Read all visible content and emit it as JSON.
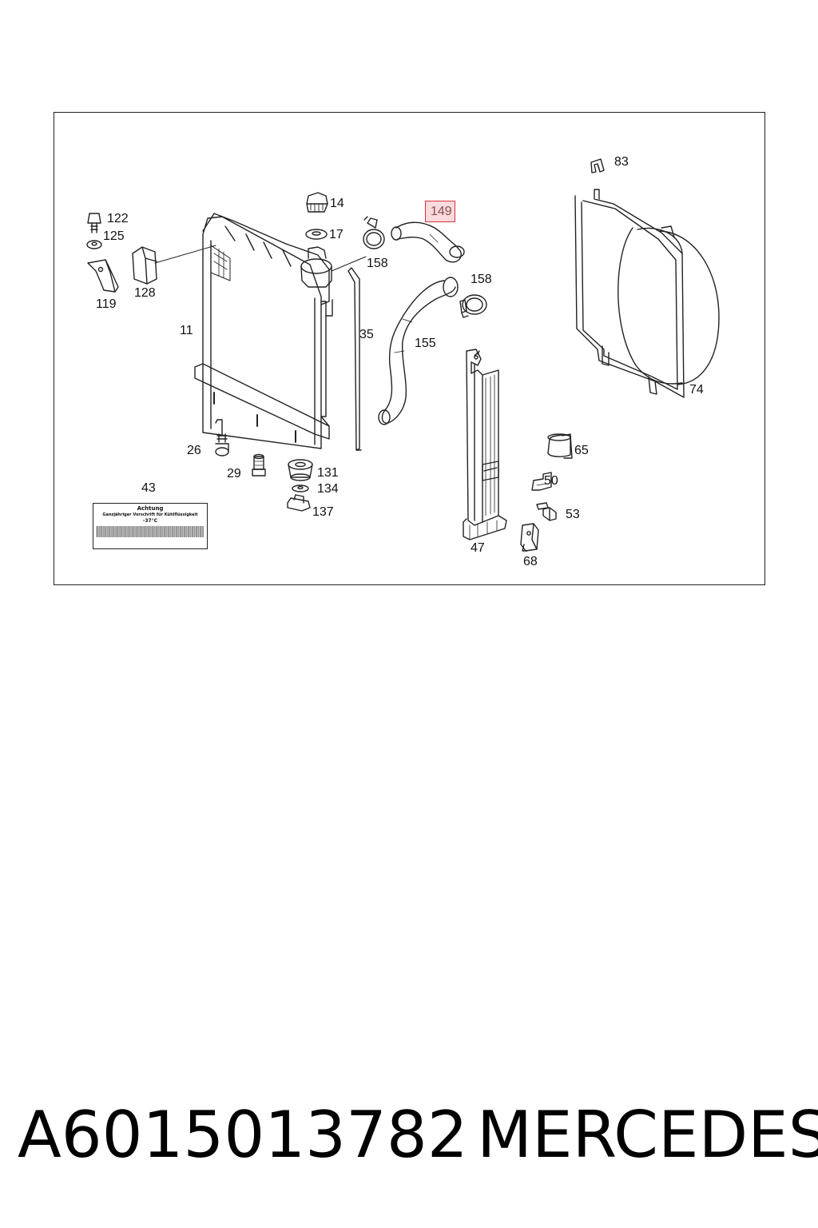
{
  "diagram": {
    "part_labels": {
      "p83": "83",
      "p14": "14",
      "p149": "149",
      "p122": "122",
      "p17": "17",
      "p125": "125",
      "p158a": "158",
      "p158b": "158",
      "p128": "128",
      "p119": "119",
      "p11": "11",
      "p35": "35",
      "p155": "155",
      "p74": "74",
      "p26": "26",
      "p65": "65",
      "p131": "131",
      "p29": "29",
      "p50": "50",
      "p43": "43",
      "p134": "134",
      "p137": "137",
      "p53": "53",
      "p47": "47",
      "p68": "68"
    },
    "highlighted_part": "149",
    "highlight_color": "#d9333a",
    "warning_label": {
      "title": "Achtung",
      "line": "Ganzjähriger Vorschrift für Kühlflüssigkeit",
      "temp": "-37°C"
    }
  },
  "footer": {
    "part_number": "A6015013782",
    "brand": "MERCEDES"
  }
}
